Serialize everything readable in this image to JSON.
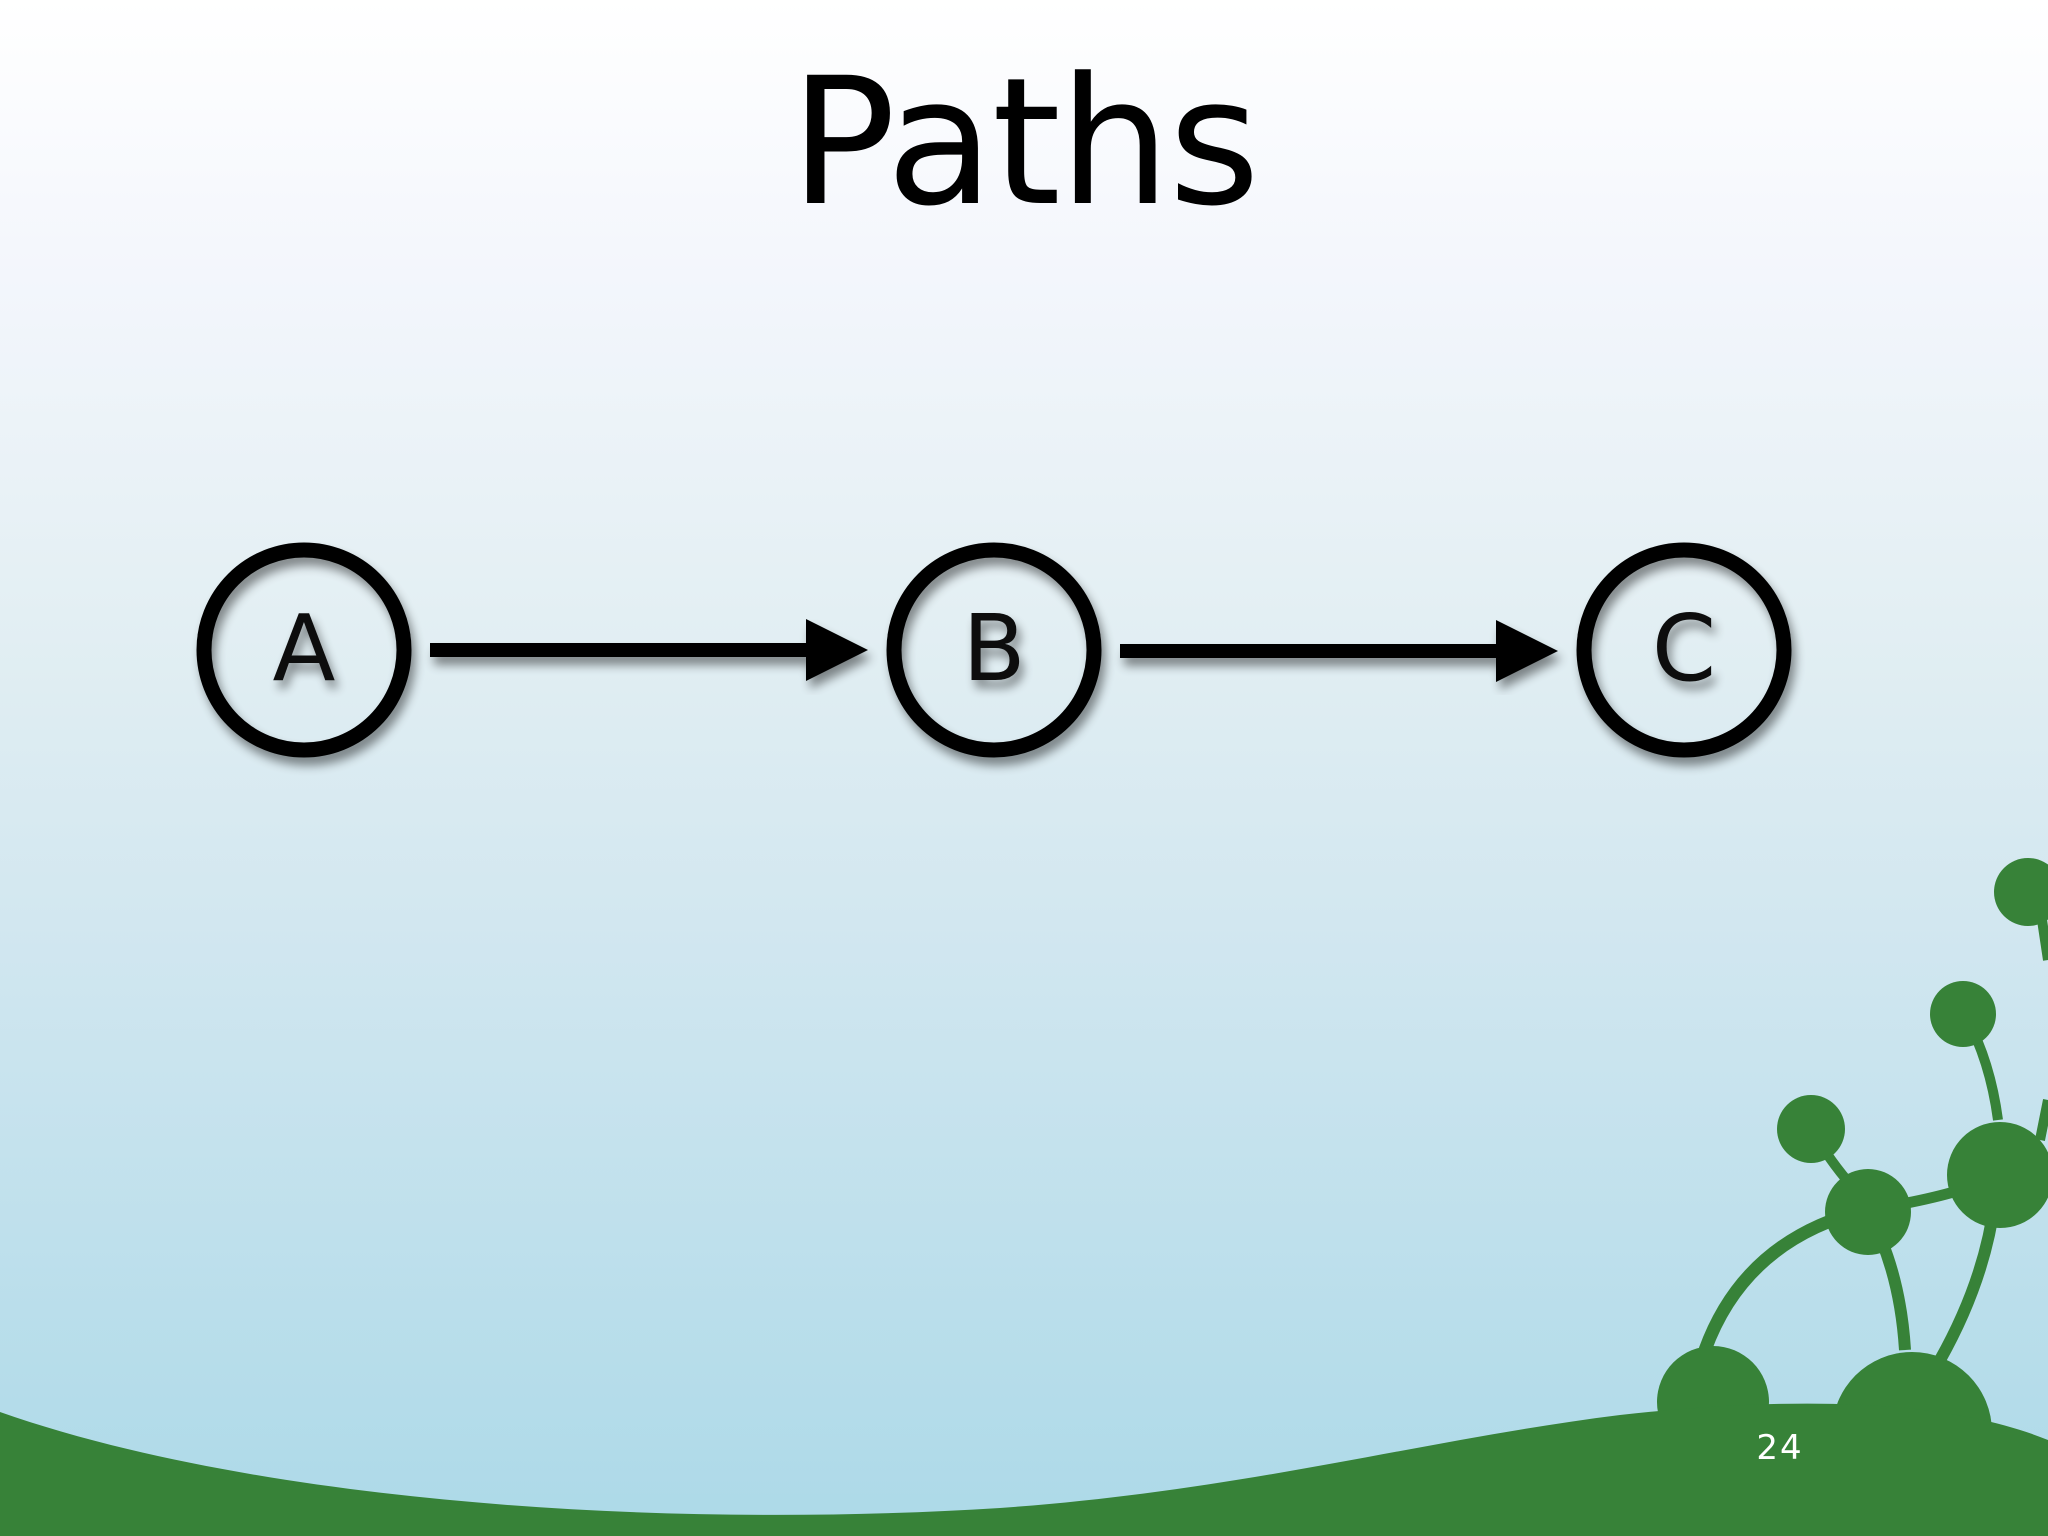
{
  "slide": {
    "title": "Paths",
    "page_number": "24"
  },
  "diagram": {
    "nodes": [
      {
        "id": "A",
        "label": "A"
      },
      {
        "id": "B",
        "label": "B"
      },
      {
        "id": "C",
        "label": "C"
      }
    ],
    "edges": [
      {
        "from": "A",
        "to": "B"
      },
      {
        "from": "B",
        "to": "C"
      }
    ]
  },
  "colors": {
    "ground_green": "#378238",
    "node_stroke": "#000000",
    "sky_top": "#ffffff",
    "sky_bottom": "#acd9e8"
  }
}
